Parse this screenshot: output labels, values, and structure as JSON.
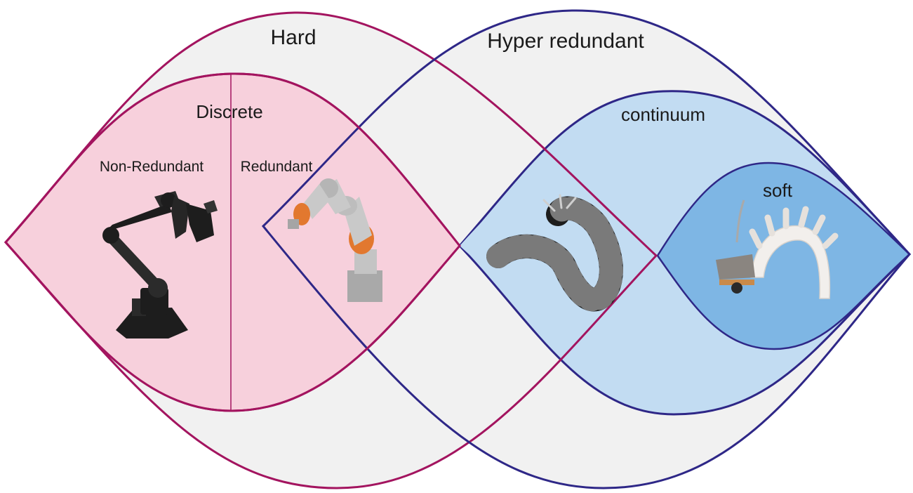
{
  "labels": {
    "hard": "Hard",
    "hyper_redundant": "Hyper redundant",
    "discrete": "Discrete",
    "non_redundant": "Non-Redundant",
    "redundant": "Redundant",
    "continuum": "continuum",
    "soft": "soft"
  },
  "colors": {
    "hard_stroke": "#a3145f",
    "hyper_stroke": "#2e2787",
    "discrete_fill": "#f7d0dc",
    "lens_fill": "#f1f1f1",
    "continuum_fill": "#c2dcf2",
    "soft_fill": "#7eb6e4",
    "robot_dark": "#1d1d1d",
    "robot_orange": "#e2782f",
    "robot_grey": "#b9b9b9"
  },
  "icons": [
    "non-redundant-robot-arm-icon",
    "redundant-robot-arm-icon",
    "continuum-robot-icon",
    "soft-robot-icon"
  ]
}
